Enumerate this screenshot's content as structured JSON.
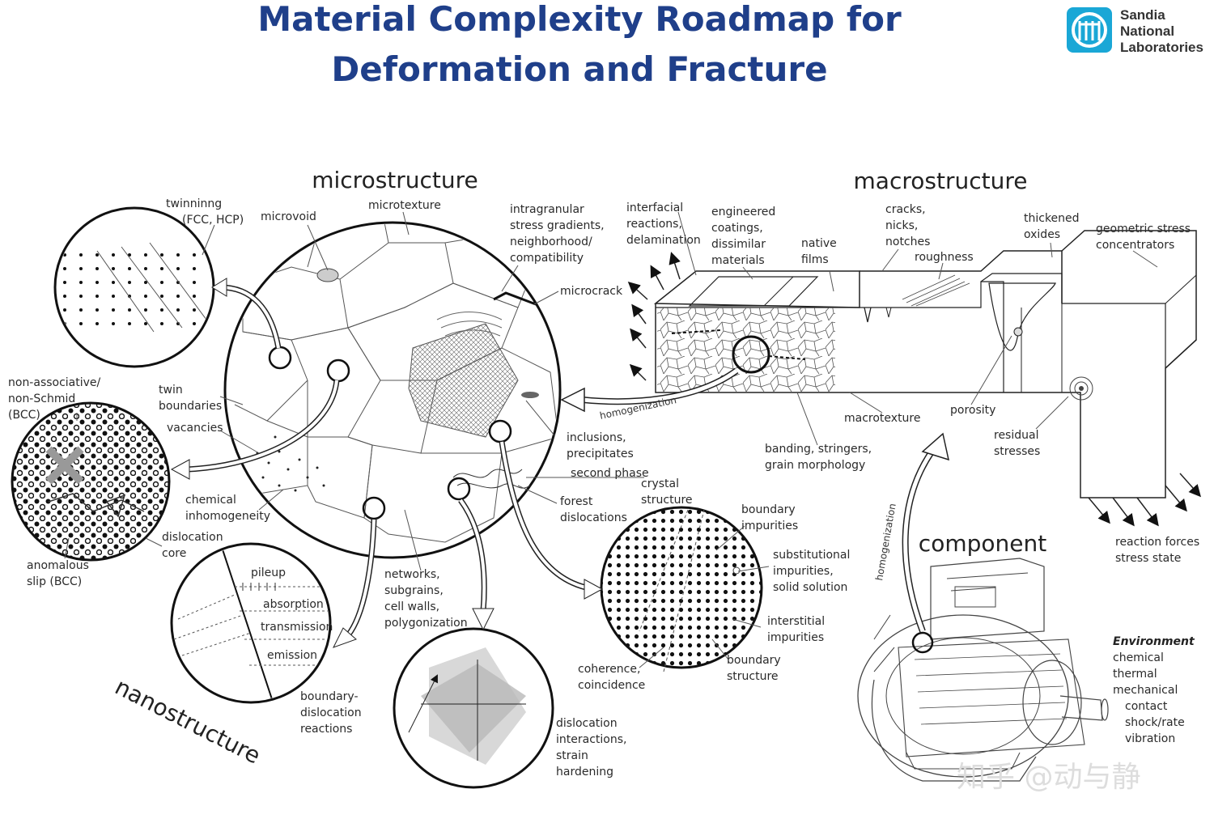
{
  "title": {
    "line1": "Material Complexity Roadmap for",
    "line2": "Deformation and Fracture"
  },
  "logo": {
    "line1": "Sandia",
    "line2": "National",
    "line3": "Laboratories",
    "color": "#1aa7d6"
  },
  "sections": {
    "microstructure": "microstructure",
    "macrostructure": "macrostructure",
    "component": "component",
    "nanostructure": "nanostructure"
  },
  "micro_labels": {
    "twinning_1": "twinninng",
    "twinning_2": "(FCC, HCP)",
    "microvoid": "microvoid",
    "microtexture": "microtexture",
    "intragranular_1": "intragranular",
    "intragranular_2": "stress gradients,",
    "intragranular_3": "neighborhood/",
    "intragranular_4": "compatibility",
    "microcrack": "microcrack",
    "twin_boundaries_1": "twin",
    "twin_boundaries_2": "boundaries",
    "vacancies": "vacancies",
    "chemical_1": "chemical",
    "chemical_2": "inhomogeneity",
    "dislocation_core_1": "dislocation",
    "dislocation_core_2": "core",
    "inclusions_1": "inclusions,",
    "inclusions_2": "precipitates",
    "second_phase": "second phase",
    "forest_1": "forest",
    "forest_2": "dislocations",
    "networks_1": "networks,",
    "networks_2": "subgrains,",
    "networks_3": "cell walls,",
    "networks_4": "polygonization",
    "homogenization": "homogenization"
  },
  "nano_labels": {
    "nonassoc_1": "non-associative/",
    "nonassoc_2": "non-Schmid",
    "nonassoc_3": "(BCC)",
    "anomalous_1": "anomalous",
    "anomalous_2": "slip (BCC)",
    "pileup": "pileup",
    "absorption": "absorption",
    "transmission": "transmission",
    "emission": "emission",
    "bdr_1": "boundary-",
    "bdr_2": "dislocation",
    "bdr_3": "reactions",
    "crystal_1": "crystal",
    "crystal_2": "structure",
    "boundary_imp_1": "boundary",
    "boundary_imp_2": "impurities",
    "subst_1": "substitutional",
    "subst_2": "impurities,",
    "subst_3": "solid solution",
    "inter_1": "interstitial",
    "inter_2": "impurities",
    "bstruct_1": "boundary",
    "bstruct_2": "structure",
    "coherence_1": "coherence,",
    "coherence_2": "coincidence",
    "dis_int_1": "dislocation",
    "dis_int_2": "interactions,",
    "dis_int_3": "strain",
    "dis_int_4": "hardening"
  },
  "macro_labels": {
    "interfacial_1": "interfacial",
    "interfacial_2": "reactions,",
    "interfacial_3": "delamination",
    "engineered_1": "engineered",
    "engineered_2": "coatings,",
    "engineered_3": "dissimilar",
    "engineered_4": "materials",
    "native_1": "native",
    "native_2": "films",
    "cracks_1": "cracks,",
    "cracks_2": "nicks,",
    "cracks_3": "notches",
    "roughness": "roughness",
    "thickened_1": "thickened",
    "thickened_2": "oxides",
    "geometric_1": "geometric stress",
    "geometric_2": "concentrators",
    "macrotexture": "macrotexture",
    "porosity": "porosity",
    "banding_1": "banding, stringers,",
    "banding_2": "grain morphology",
    "residual_1": "residual",
    "residual_2": "stresses",
    "reaction_1": "reaction forces",
    "reaction_2": "stress state",
    "homogenization": "homogenization"
  },
  "environment": {
    "heading": "Environment",
    "items": [
      "chemical",
      "thermal",
      "mechanical",
      "contact",
      "shock/rate",
      "vibration"
    ]
  },
  "watermark": "知乎 @动与静"
}
